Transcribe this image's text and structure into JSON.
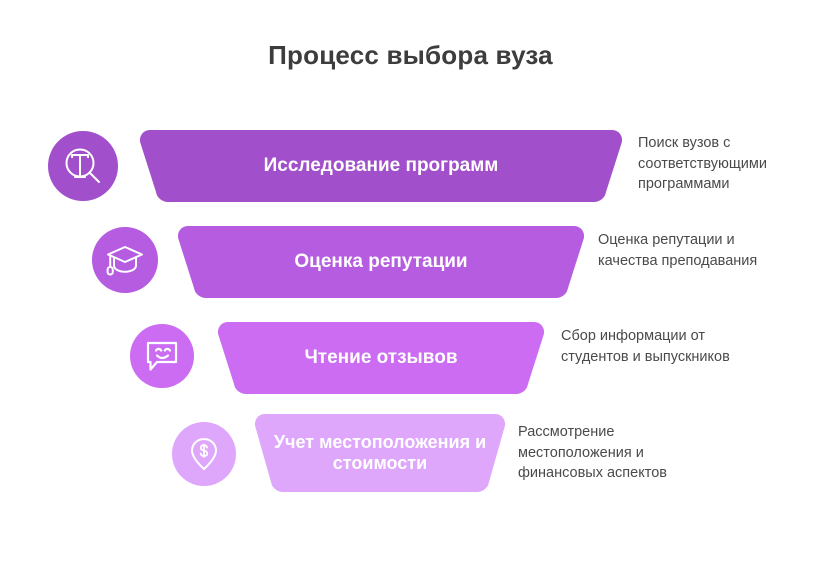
{
  "title": "Процесс выбора вуза",
  "colors": {
    "title_text": "#3d3d3d",
    "description_text": "#4a4a4a",
    "band_1": "#a24fcb",
    "band_2": "#b55ce0",
    "band_3": "#cb6cf2",
    "band_4": "#dea7fb",
    "circle_1": "#a24fcb",
    "circle_2": "#b55ce0",
    "circle_3": "#cb6cf2",
    "circle_4": "#dea7fb",
    "icon_stroke": "#ffffff",
    "background": "#ffffff"
  },
  "steps": [
    {
      "icon": "text-search-icon",
      "label": "Исследование программ",
      "description": "Поиск вузов с соответствующими программами"
    },
    {
      "icon": "graduation-cap-icon",
      "label": "Оценка репутации",
      "description": "Оценка репутации и качества преподавания"
    },
    {
      "icon": "smiley-chat-bubble-icon",
      "label": "Чтение отзывов",
      "description": "Сбор информации от студентов и выпускников"
    },
    {
      "icon": "location-pin-dollar-icon",
      "label": "Учет местоположения и стоимости",
      "description": "Рассмотрение местоположения и финансовых аспектов"
    }
  ]
}
